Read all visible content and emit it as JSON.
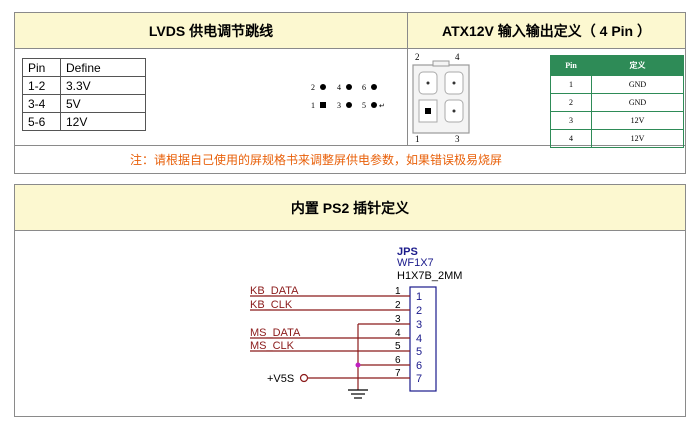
{
  "lvds": {
    "title": "LVDS 供电调节跳线",
    "table_header": [
      "Pin",
      "Define"
    ],
    "rows": [
      {
        "pin": "1-2",
        "define": "3.3V"
      },
      {
        "pin": "3-4",
        "define": "5V"
      },
      {
        "pin": "5-6",
        "define": "12V"
      }
    ],
    "jumper": {
      "top_labels": [
        "2",
        "4",
        "6"
      ],
      "bottom_labels": [
        "1",
        "3",
        "5"
      ]
    }
  },
  "atx": {
    "title": "ATX12V 输入输出定义（ 4 Pin ）",
    "conn_top_labels": [
      "2",
      "4"
    ],
    "conn_bottom_labels": [
      "1",
      "3"
    ],
    "table_header": [
      "Pin",
      "定义"
    ],
    "rows": [
      {
        "pin": "1",
        "define": "GND"
      },
      {
        "pin": "2",
        "define": "GND"
      },
      {
        "pin": "3",
        "define": "12V"
      },
      {
        "pin": "4",
        "define": "12V"
      }
    ]
  },
  "note": "注：请根据自己使用的屏规格书来调整屏供电参数，如果错误极易烧屏",
  "ps2": {
    "title": "内置 PS2 插针定义",
    "ref": "JPS",
    "part": "WF1X7",
    "footprint": "H1X7B_2MM",
    "signals": [
      "KB_DATA",
      "KB_CLK",
      "MS_DATA",
      "MS_CLK"
    ],
    "pin_numbers": [
      "1",
      "2",
      "3",
      "4",
      "5",
      "6",
      "7"
    ],
    "power_label": "+V5S"
  },
  "colors": {
    "header_bg": "#fcf8d0",
    "note": "#e8600a",
    "table_green": "#2e8b57",
    "wire": "#8b1a1a",
    "connector": "#1a1a8b",
    "junction": "#c020c0"
  }
}
